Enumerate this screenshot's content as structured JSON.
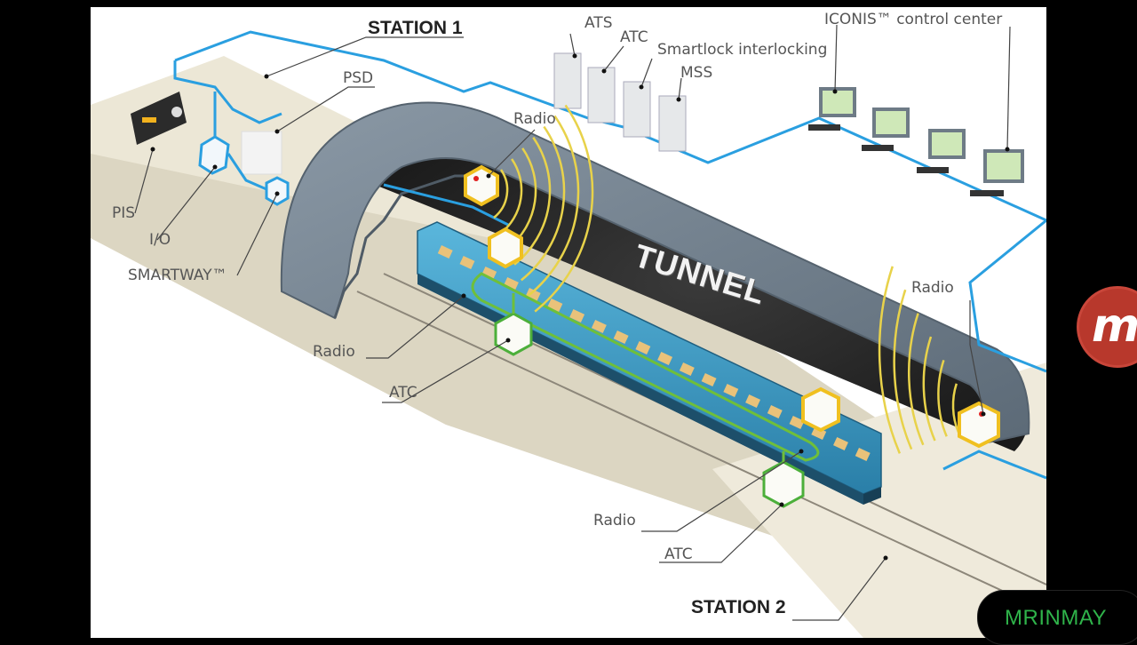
{
  "labels": {
    "station1": "STATION 1",
    "station2": "STATION 2",
    "psd": "PSD",
    "pis": "PIS",
    "io": "I/O",
    "smartway": "SMARTWAY™",
    "ats": "ATS",
    "atc_top": "ATC",
    "smartlock": "Smartlock interlocking",
    "mss": "MSS",
    "iconis": "ICONIS™ control center",
    "radio_tunnel_top": "Radio",
    "radio_tunnel_right": "Radio",
    "radio_train_left": "Radio",
    "radio_train_right": "Radio",
    "atc_train_left": "ATC",
    "atc_train_right": "ATC",
    "tunnel": "TUNNEL"
  },
  "watermark": {
    "text": "MRINMAY"
  },
  "logo": {
    "letter": "m"
  },
  "colors": {
    "network": "#2a9fe0",
    "train_body": "#3a9cc8",
    "tunnel": "#6f7f8d",
    "signal": "#e8d24a",
    "radio_unit": "#f0c020",
    "atc_unit": "#4caf3a",
    "platform": "#ece7d6",
    "track": "#d8d2bd"
  }
}
